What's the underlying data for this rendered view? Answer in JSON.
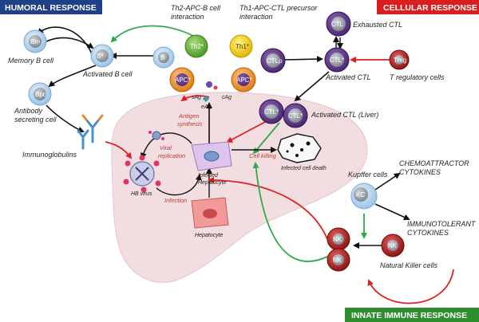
{
  "headers": {
    "humoral": "HUMORAL RESPONSE",
    "cellular": "CELLULAR RESPONSE",
    "innate": "INNATE IMMUNE  RESPONSE"
  },
  "cells": {
    "b_mem": "Bm",
    "b_act": "B*",
    "b_pc": "Bpc",
    "b": "B",
    "th2": "Th2*",
    "apc": "APC*",
    "th1": "Th1*",
    "ctlp": "CTLp",
    "ctl": "CTL",
    "ctl_star": "CTL*",
    "treg": "Treg",
    "kc": "KC",
    "nk": "NK",
    "nk_blood": "NK"
  },
  "labels": {
    "memory_b": "Memory B cell",
    "activated_b": "Activated B cell",
    "antibody_1": "Antibody",
    "antibody_2": "secreting cell",
    "immunoglobulins": "Immunoglobulins",
    "th2_1": "Th2-APC-B cell",
    "th2_2": "interaction",
    "th1_1": "Th1-APC-CTL precursor",
    "th1_2": "interaction",
    "exhausted_ctl": "Exhausted CTL",
    "activated_ctl": "Activated CTL",
    "treg": "T regulatory cells",
    "activated_ctl_liver": "Activated CTL (Liver)",
    "sag": "sAg",
    "cag": "cAg",
    "eag": "eAg",
    "antigen": "Antigen",
    "synthesis": "synthesis",
    "viral": "Viral",
    "replication": "replication",
    "cell_killing": "Cell killing",
    "infection": "Infection",
    "infected_1": "Infected",
    "infected_2": "Hepatocyte",
    "hb_virus": "HB virus",
    "hepatocyte": "Hepatocyte",
    "infected_cell_death": "Infected cell death",
    "kupffer": "Kupffer cells",
    "chemo_1": "CHEMOATTRACTOR",
    "chemo_2": "CYTOKINES",
    "immuno_1": "IMMUNOTOLERANT",
    "immuno_2": "CYTOKINES",
    "nk_cells": "Natural Killer cells"
  }
}
